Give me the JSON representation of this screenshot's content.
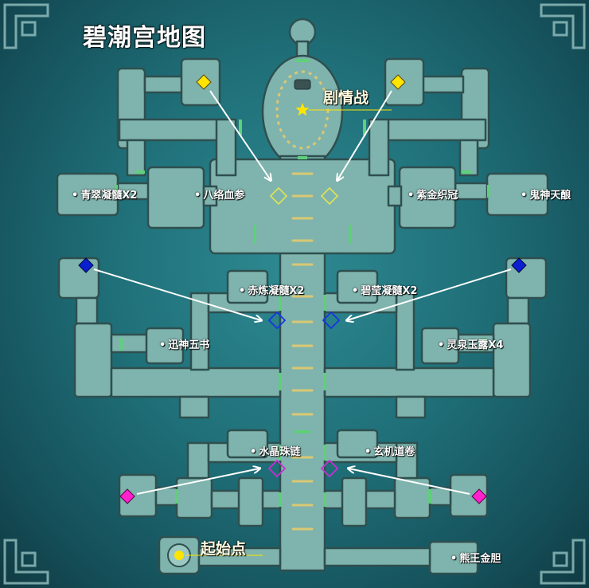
{
  "title": "碧潮宫地图",
  "landmarks": {
    "story_battle": "剧情战",
    "start_point": "起始点"
  },
  "items": {
    "qingcui": "青翠凝髓X2",
    "baluo": "八络血参",
    "zijin": "紫金织冠",
    "guishen": "鬼神天酿",
    "chilian": "赤炼凝髓X2",
    "biying": "碧莹凝髓X2",
    "xunshen": "迅神五书",
    "lingquan": "灵泉玉露X4",
    "shuijing": "水晶珠链",
    "xuanji": "玄机道卷",
    "xiongwang": "熊王金胆"
  },
  "colors": {
    "background": "#1f6f78",
    "floor": "#7fb3ad",
    "wall": "#2f4f4f",
    "door": "#5fd07a",
    "yellow_marker": "#ffe400",
    "blue_marker": "#0a1fd0",
    "magenta_marker": "#ff22cc",
    "arrow": "#ffffff",
    "star": "#ffe400"
  },
  "icons": {
    "marker": "diamond-icon",
    "story": "star-icon",
    "start": "circle-icon"
  }
}
